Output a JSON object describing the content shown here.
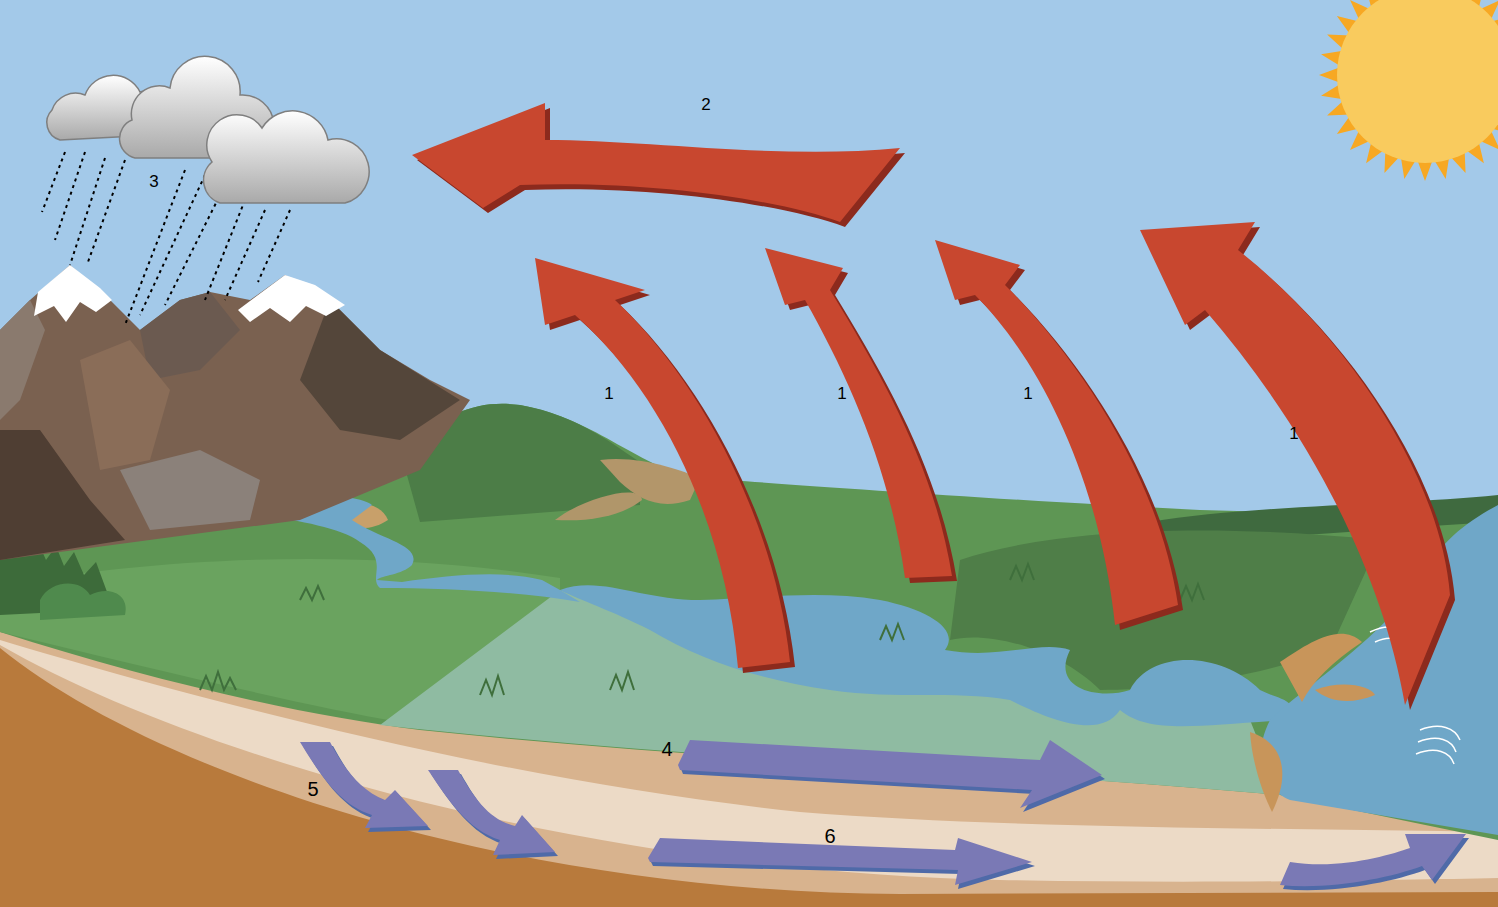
{
  "diagram": {
    "labels": [
      "2",
      "3",
      "1",
      "1",
      "1",
      "1",
      "4",
      "5",
      "6"
    ]
  }
}
